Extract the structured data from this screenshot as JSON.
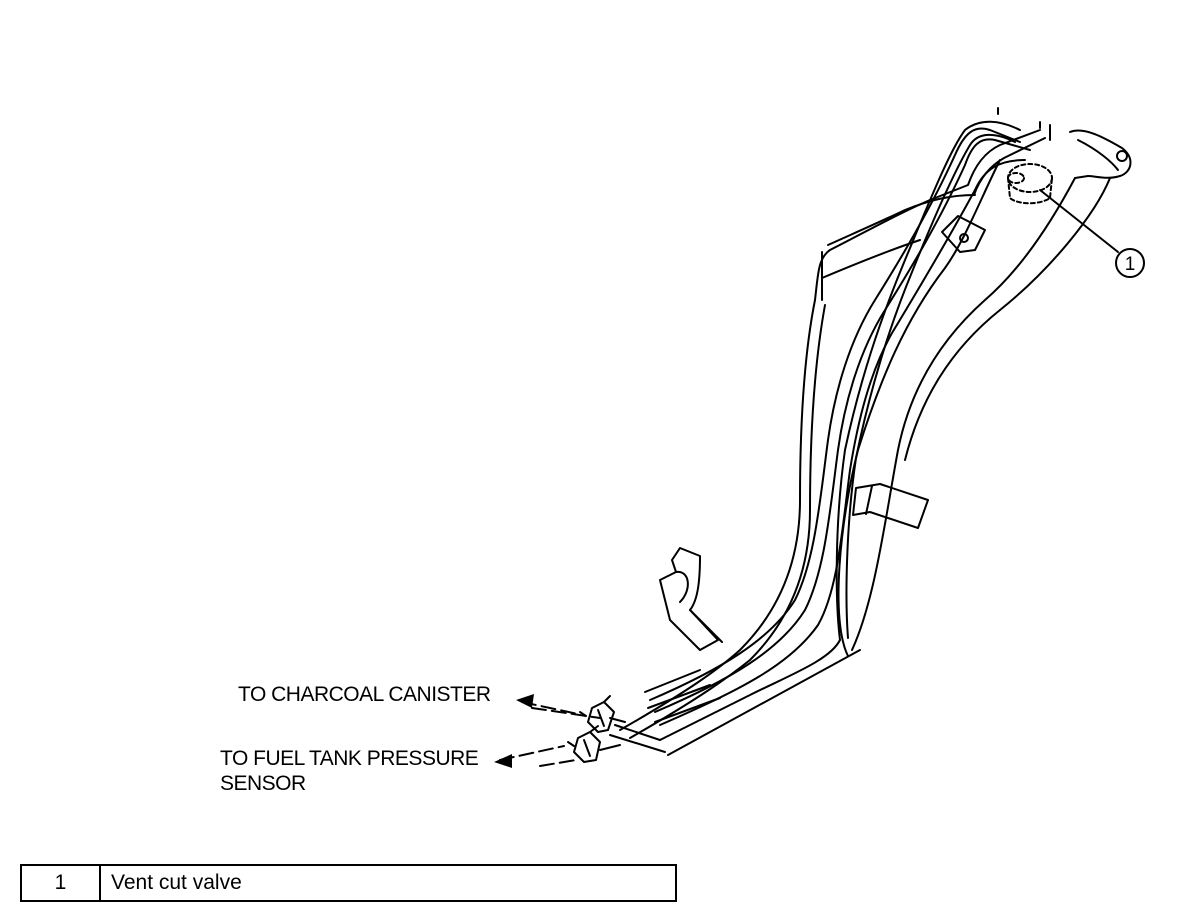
{
  "diagram": {
    "callout_number": "1",
    "labels": {
      "charcoal_canister": "TO CHARCOAL CANISTER",
      "pressure_sensor_line1": "TO FUEL TANK PRESSURE",
      "pressure_sensor_line2": "SENSOR"
    }
  },
  "legend": {
    "rows": [
      {
        "number": "1",
        "description": "Vent cut valve"
      }
    ]
  }
}
